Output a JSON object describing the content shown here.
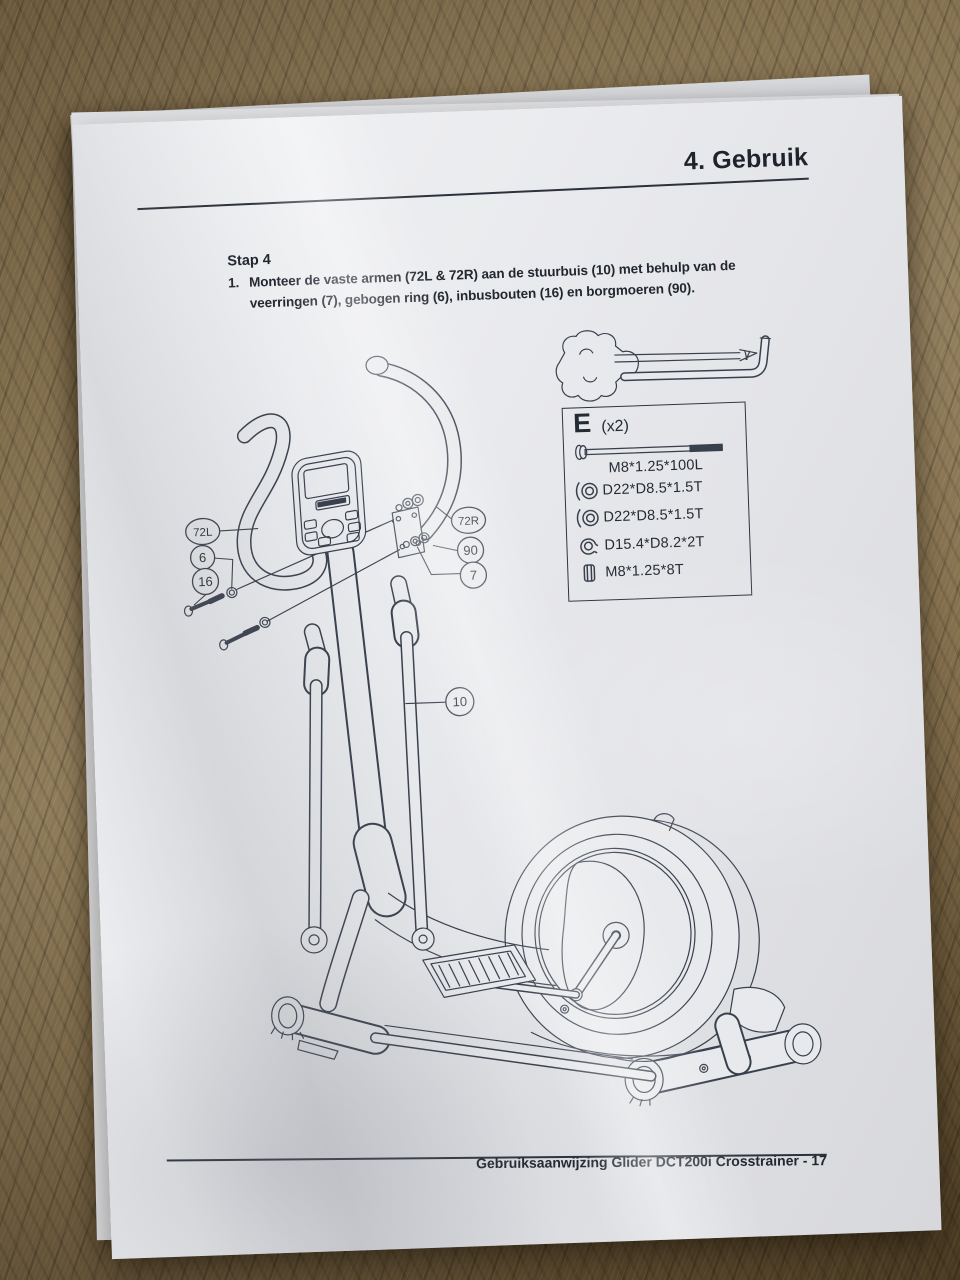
{
  "document": {
    "header": {
      "title": "4. Gebruik"
    },
    "step": {
      "heading": "Stap 4",
      "item_number": "1.",
      "line1": "Monteer de vaste armen (72L & 72R) aan de stuurbuis (10) met behulp van de",
      "line2": "veerringen (7), gebogen ring (6), inbusbouten (16) en borgmoeren (90)."
    },
    "diagram": {
      "callouts": {
        "c72L": "72L",
        "c6": "6",
        "c16": "16",
        "c72R": "72R",
        "c90": "90",
        "c7": "7",
        "c10": "10"
      }
    },
    "hardware_box": {
      "label": "E",
      "quantity": "(x2)",
      "items": [
        {
          "name": "bolt",
          "spec": "M8*1.25*100L"
        },
        {
          "name": "curved-washer",
          "spec": "D22*D8.5*1.5T"
        },
        {
          "name": "curved-washer",
          "spec": "D22*D8.5*1.5T"
        },
        {
          "name": "spring-washer",
          "spec": "D15.4*D8.2*2T"
        },
        {
          "name": "nut",
          "spec": "M8*1.25*8T"
        }
      ]
    },
    "footer": {
      "text": "Gebruiksaanwijzing Glider DCT200i Crosstrainer - 17"
    }
  },
  "colors": {
    "ink": "#353c49",
    "paper": "#e7e8eb",
    "wood_base": "#75613f"
  }
}
